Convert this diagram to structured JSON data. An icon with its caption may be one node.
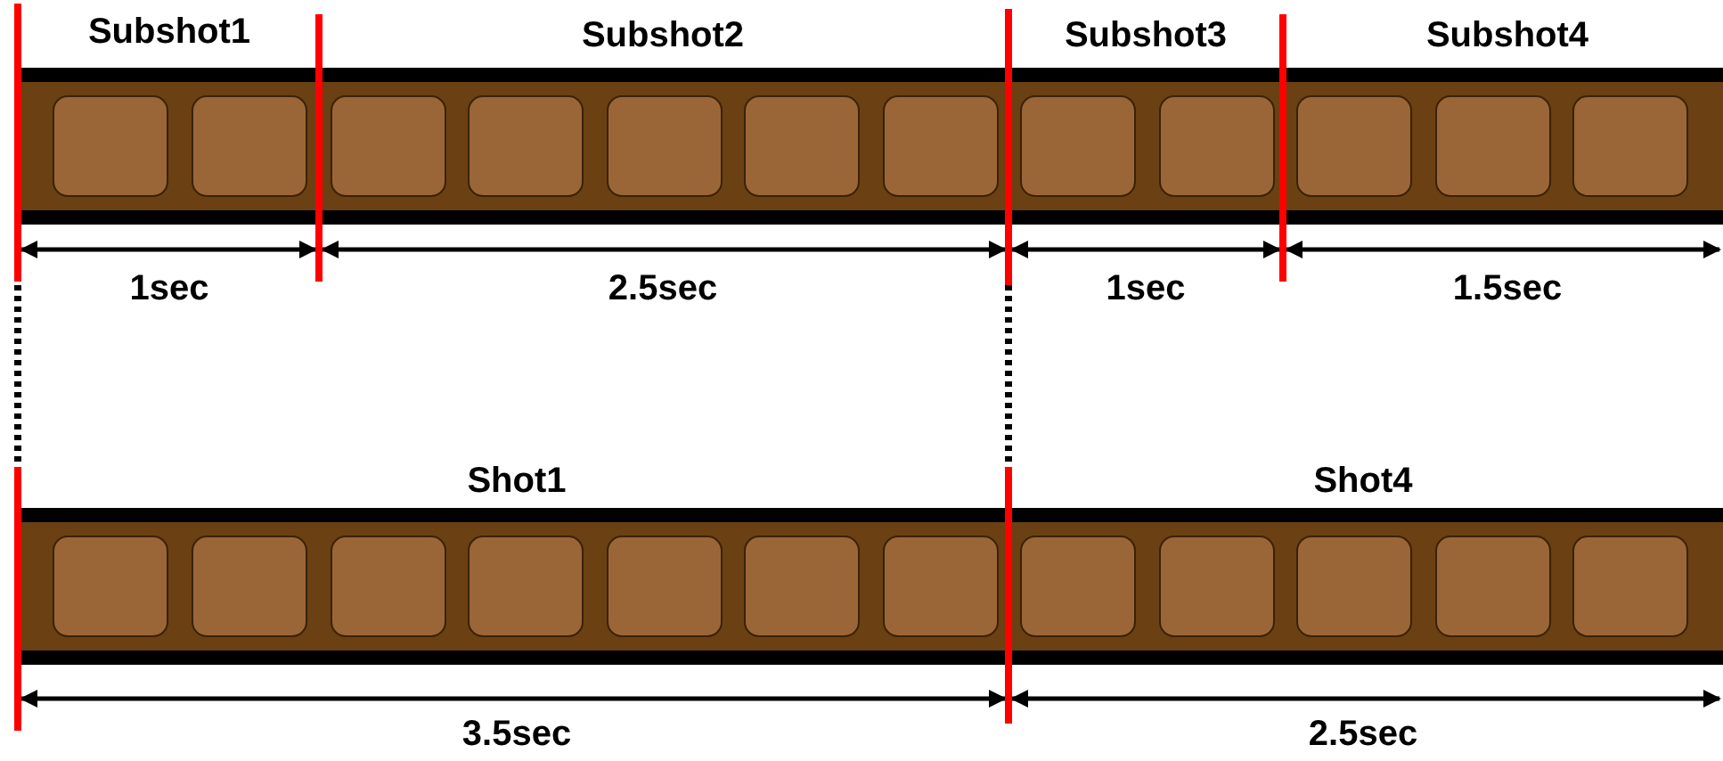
{
  "diagram": {
    "labels": [
      "Subshot1",
      "Subshot2",
      "Subshot3",
      "Subshot4",
      "1sec",
      "2.5sec",
      "1sec",
      "1.5sec",
      "Shot1",
      "Shot4",
      "3.5sec",
      "2.5sec"
    ]
  }
}
